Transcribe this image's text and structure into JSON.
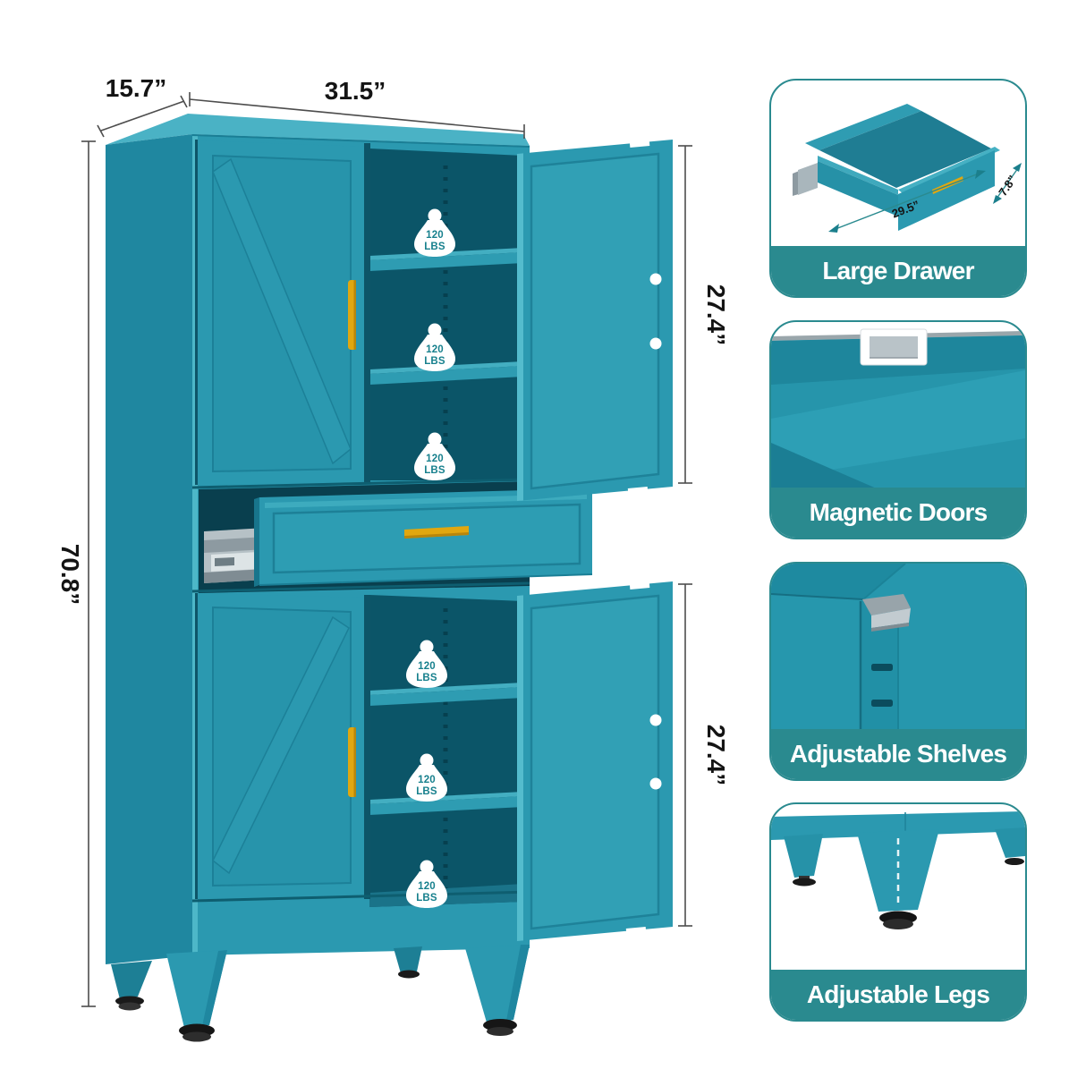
{
  "main": {
    "dim_depth": "15.7”",
    "dim_width": "31.5”",
    "dim_height": "70.8”",
    "dim_upper_door": "27.4”",
    "dim_lower_door": "27.4”",
    "badge": {
      "weight": "120",
      "unit": "LBS"
    }
  },
  "panels": [
    {
      "label": "Large Drawer",
      "dim_length": "29.5”",
      "dim_height": "7.8”"
    },
    {
      "label": "Magnetic Doors"
    },
    {
      "label": "Adjustable Shelves"
    },
    {
      "label": "Adjustable Legs"
    }
  ],
  "colors": {
    "teal_front": "#2b99b0",
    "teal_side": "#1f87a0",
    "teal_top": "#4ab2c5",
    "interior_dark": "#0b5568",
    "banner_teal": "#2a8a8f",
    "gold_handle": "#e1a70f",
    "badge_text_teal": "#17808d"
  }
}
